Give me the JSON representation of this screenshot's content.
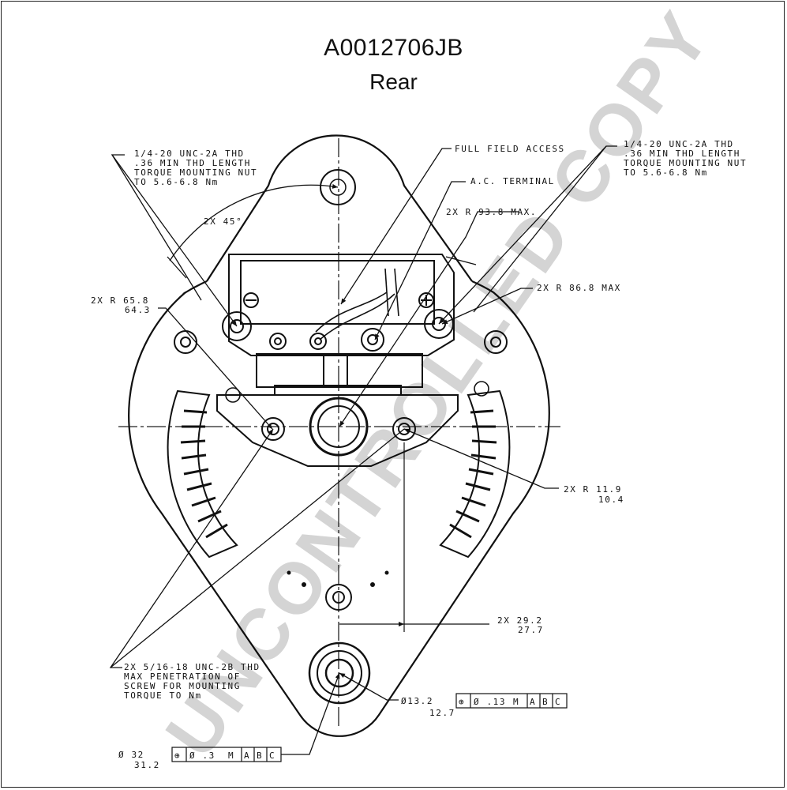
{
  "drawing": {
    "part_number": "A0012706JB",
    "view": "Rear"
  },
  "callouts": {
    "top_left_thread": [
      "1/4-20 UNC-2A THD",
      ".36 MIN THD LENGTH",
      "TORQUE MOUNTING NUT",
      "TO 5.6-6.8 Nm"
    ],
    "top_right_thread": [
      "1/4-20 UNC-2A THD",
      ".36 MIN THD LENGTH",
      "TORQUE MOUNTING NUT",
      "TO 5.6-6.8 Nm"
    ],
    "full_field_access": "FULL FIELD ACCESS",
    "ac_terminal": "A.C. TERMINAL",
    "angle": "2X 45°",
    "radius_93": "2X R 93.8 MAX.",
    "radius_86": "2X R 86.8 MAX",
    "radius_65": [
      "2X R 65.8",
      "64.3"
    ],
    "radius_11": [
      "2X R 11.9",
      "10.4"
    ],
    "dim_29": [
      "2X 29.2",
      "27.7"
    ],
    "bolt_thread": [
      "2X 5/16-18 UNC-2B THD",
      "MAX PENETRATION OF",
      "SCREW FOR MOUNTING",
      "TORQUE TO Nm"
    ],
    "dia_13": [
      "Ø13.2",
      "12.7"
    ],
    "dia_13_fcf": [
      "⊕",
      "Ø .13",
      "M",
      "A",
      "B",
      "C"
    ],
    "dia_32": [
      "Ø 32",
      "31.2"
    ],
    "dia_32_fcf": [
      "⊕",
      "Ø .3",
      "M",
      "A",
      "B",
      "C"
    ]
  },
  "watermark": "UNCONTROLLED COPY"
}
